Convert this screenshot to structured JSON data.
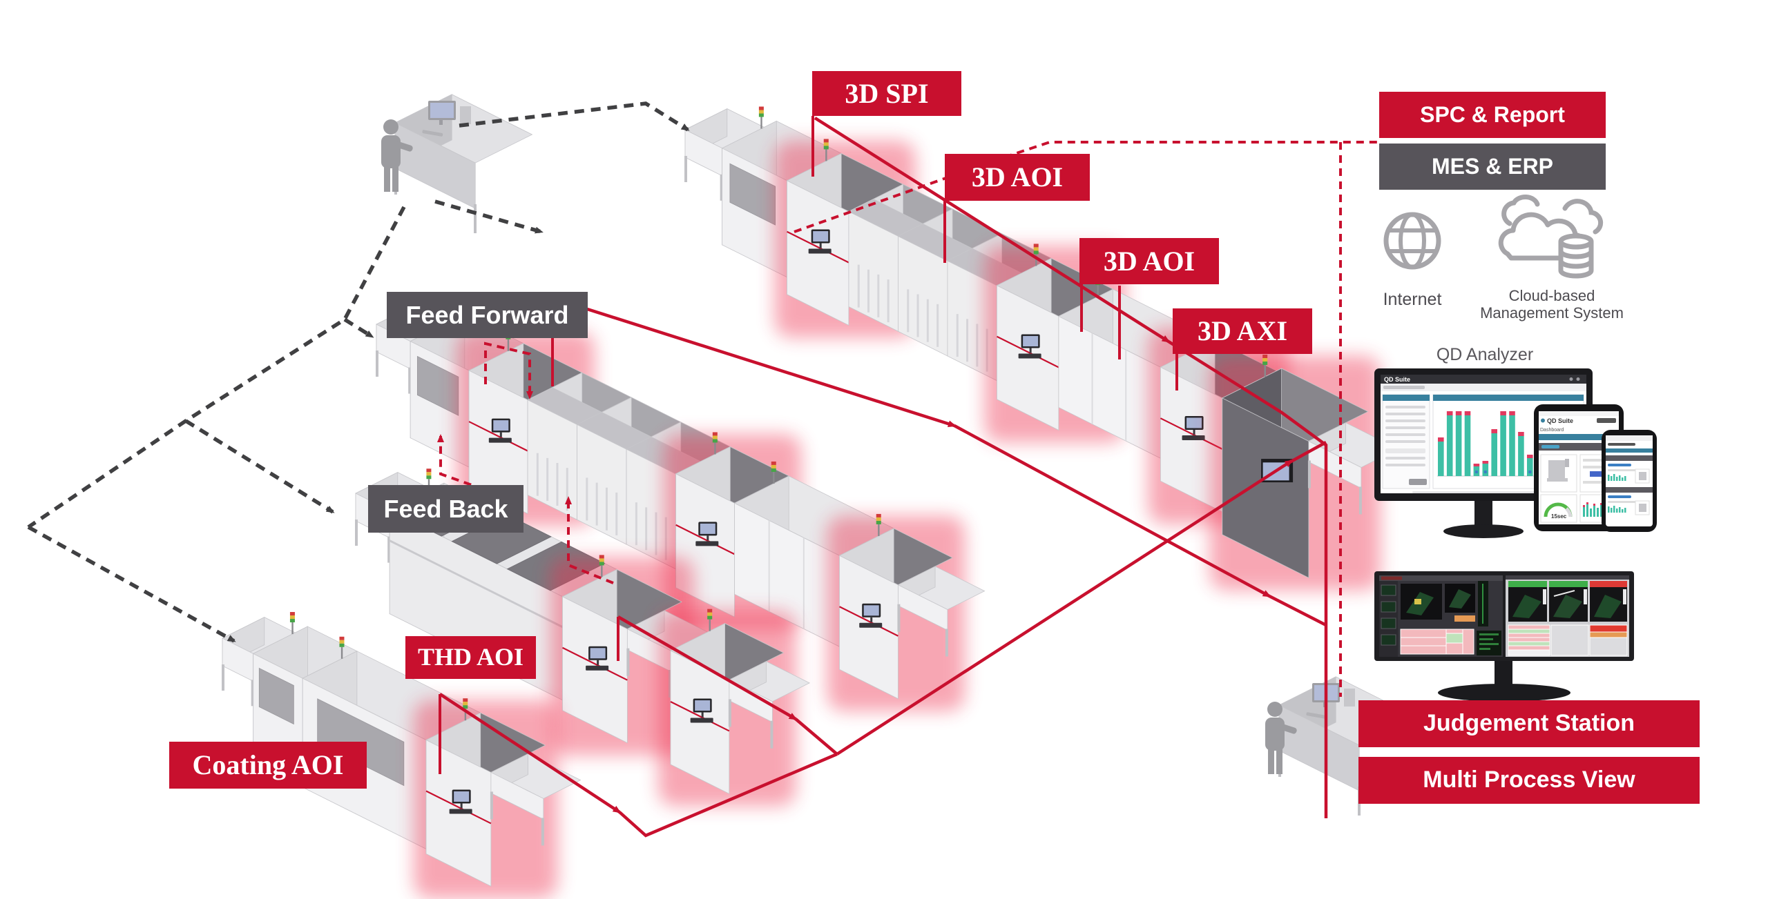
{
  "title": "SMT line inspection and smart factory data flow diagram",
  "colors": {
    "accent_red": "#c8102e",
    "label_dark": "#57545a",
    "dash_black": "#404042",
    "machine_light": "#f1f1f3",
    "machine_mid": "#dcdcdf",
    "machine_dark_top": "#7e7c82",
    "glow_red": "#ee2f4e",
    "icon_gray": "#a6a5a9",
    "chart_teal": "#3dbfa5",
    "chart_cap_red": "#e13a5f",
    "ui_blue": "#38809e"
  },
  "labels": {
    "spi": "3D SPI",
    "aoi_1": "3D AOI",
    "aoi_2": "3D AOI",
    "axi": "3D AXI",
    "thd_aoi": "THD AOI",
    "coating_aoi": "Coating AOI",
    "feed_forward": "Feed Forward",
    "feed_back": "Feed Back"
  },
  "right_panel": {
    "spc_report": "SPC & Report",
    "mes_erp": "MES & ERP",
    "internet_label": "Internet",
    "cloud_label_line1": "Cloud-based",
    "cloud_label_line2": "Management System",
    "qd_analyzer_title": "QD Analyzer",
    "judgement_station": "Judgement Station",
    "multi_process_view": "Multi Process View"
  },
  "qd_monitor": {
    "app_name": "QD Suite",
    "bars": [
      [
        50,
        6
      ],
      [
        88,
        6
      ],
      [
        88,
        6
      ],
      [
        88,
        6
      ],
      [
        14,
        4
      ],
      [
        18,
        4
      ],
      [
        62,
        6
      ],
      [
        88,
        6
      ],
      [
        88,
        6
      ],
      [
        58,
        6
      ],
      [
        26,
        5
      ],
      [
        14,
        4
      ],
      [
        88,
        6
      ],
      [
        88,
        6
      ],
      [
        58,
        6
      ],
      [
        88,
        6
      ]
    ]
  },
  "qd_tablet": {
    "app_name": "QD Suite",
    "page_title": "Dashboard",
    "gauge_text": "15sec"
  }
}
